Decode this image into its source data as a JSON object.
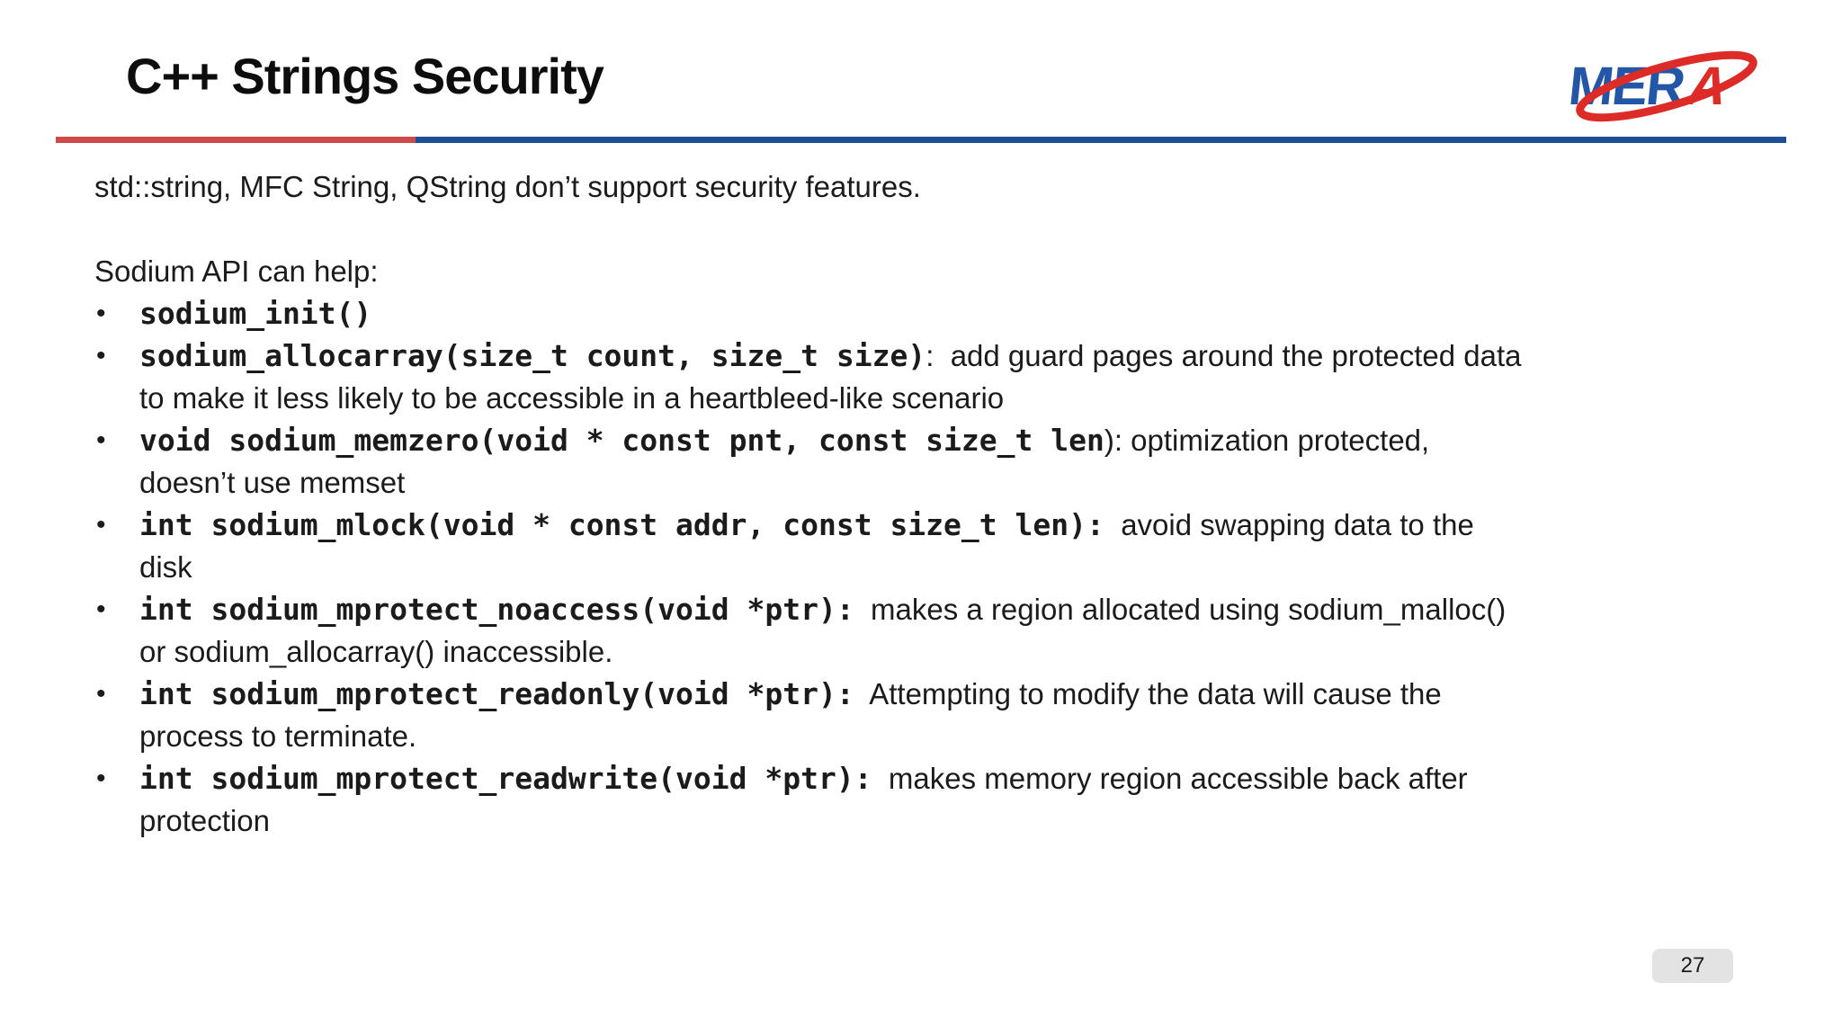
{
  "slide": {
    "title": "C++ Strings Security",
    "page_number": "27",
    "logo": {
      "text_mer": "MER",
      "text_a": "A"
    },
    "colors": {
      "rule_red": "#cf4b4b",
      "rule_blue": "#1f4f94",
      "logo_blue": "#2456a8",
      "logo_red": "#dd2b28",
      "badge_bg": "#e3e3e3",
      "body_text": "#1b1b1b"
    },
    "content": {
      "intro": "std::string, MFC String, QString don’t support security features.",
      "list_heading": "Sodium API can help:",
      "bullets": [
        {
          "code": "sodium_init()",
          "text": ""
        },
        {
          "code": "sodium_allocarray(size_t count, size_t size)",
          "text": ":  add guard pages around the protected data\nto make it less likely to be accessible in a heartbleed-like scenario"
        },
        {
          "code": "void sodium_memzero(void * const pnt, const size_t len",
          "text": "): optimization protected,\ndoesn’t use memset"
        },
        {
          "code": "int sodium_mlock(void * const addr, const size_t len):",
          "text": "  avoid swapping data to the\ndisk"
        },
        {
          "code": "int sodium_mprotect_noaccess(void *ptr):",
          "text": "  makes a region allocated using sodium_malloc()\nor sodium_allocarray() inaccessible."
        },
        {
          "code": "int sodium_mprotect_readonly(void *ptr):",
          "text": "  Attempting to modify the data will cause the\nprocess to terminate."
        },
        {
          "code": "int sodium_mprotect_readwrite(void *ptr):",
          "text": "  makes memory region accessible back after\nprotection"
        }
      ]
    }
  }
}
